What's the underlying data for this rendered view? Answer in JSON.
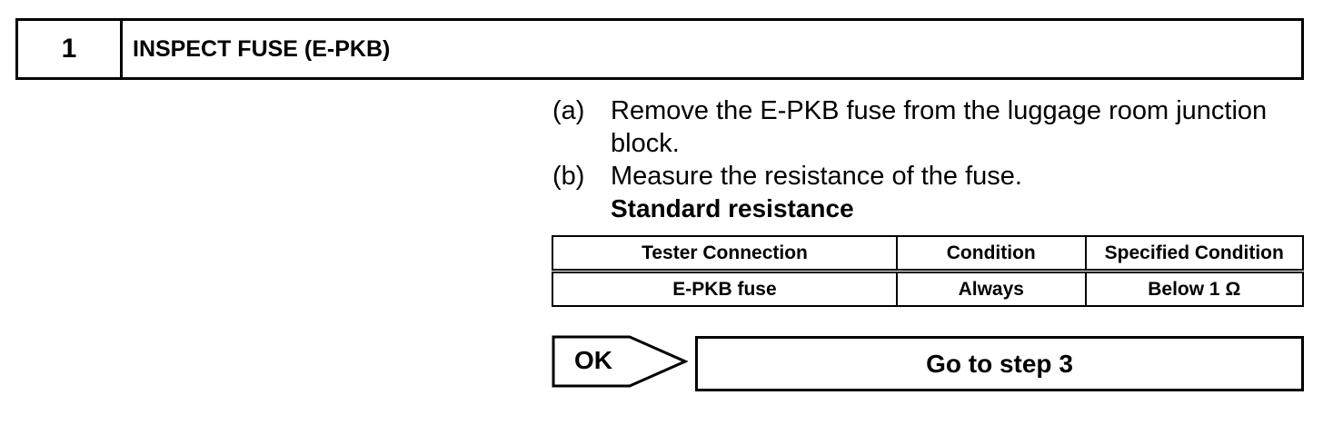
{
  "step": {
    "number": "1",
    "title": "INSPECT FUSE (E-PKB)"
  },
  "instructions": {
    "a": {
      "marker": "(a)",
      "line1": "Remove the E-PKB fuse from the luggage room junction",
      "line2": "block."
    },
    "b": {
      "marker": "(b)",
      "text": "Measure the resistance of the fuse."
    },
    "standard_label": "Standard resistance"
  },
  "spec_table": {
    "headers": [
      "Tester Connection",
      "Condition",
      "Specified Condition"
    ],
    "rows": [
      [
        "E-PKB fuse",
        "Always",
        "Below 1 Ω"
      ]
    ]
  },
  "result": {
    "ok_label": "OK",
    "action": "Go to step 3"
  }
}
